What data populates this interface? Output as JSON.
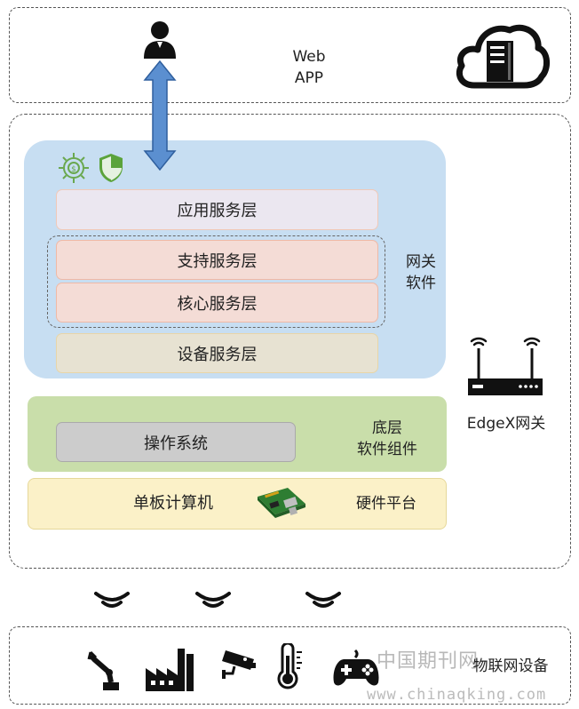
{
  "web_app": {
    "line1": "Web",
    "line2": "APP"
  },
  "gateway_software": {
    "label_line1": "网关",
    "label_line2": "软件",
    "layers": {
      "application": "应用服务层",
      "support": "支持服务层",
      "core": "核心服务层",
      "device": "设备服务层"
    }
  },
  "os_layer": {
    "box": "操作系统",
    "label_line1": "底层",
    "label_line2": "软件组件"
  },
  "hardware_layer": {
    "box": "单板计算机",
    "label": "硬件平台"
  },
  "edgex_label": "EdgeX网关",
  "iot_label": "物联网设备",
  "watermark": {
    "cn": "中国期刊网",
    "url": "www.chinaqking.com"
  },
  "colors": {
    "gateway_bg": "#c7def2",
    "app_layer": "#ebe7f0",
    "support_core_layer": "#f4dcd6",
    "device_layer": "#e7e2d2",
    "os_bg": "#c9deaa",
    "os_box": "#cccccc",
    "hw_bg": "#fbf1c8",
    "arrow": "#5b8fd0"
  },
  "icons": [
    "user-icon",
    "cloud-server-icon",
    "gear-icon",
    "shield-icon",
    "router-icon",
    "raspberry-pi-icon",
    "robot-arm-icon",
    "factory-icon",
    "cctv-camera-icon",
    "thermometer-icon",
    "gamepad-icon",
    "wireless-signal-icon"
  ]
}
